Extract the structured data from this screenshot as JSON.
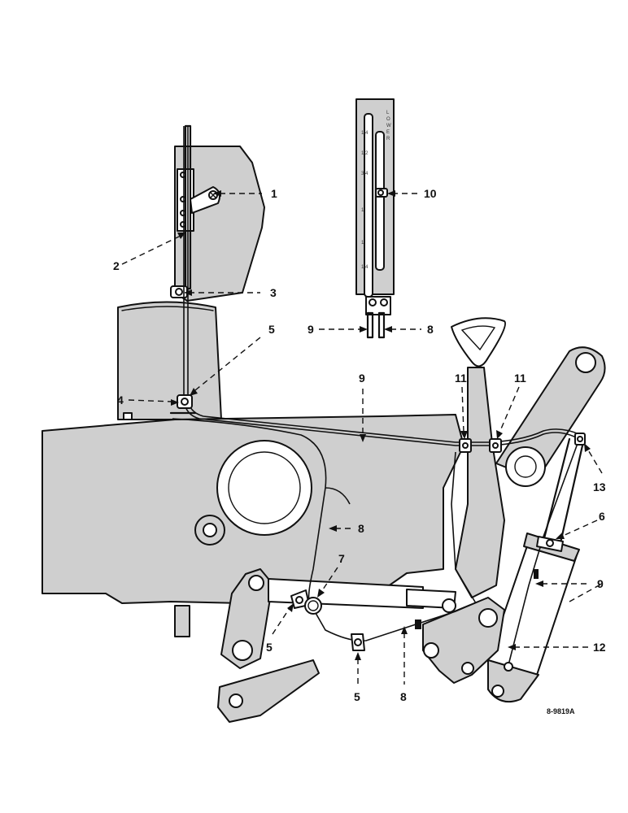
{
  "diagram": {
    "reference_code": "8-9819A",
    "callouts": {
      "c1": "1",
      "c2": "2",
      "c3": "3",
      "c4": "4",
      "c5_top": "5",
      "c5_left": "5",
      "c5_bottom": "5",
      "c6": "6",
      "c7": "7",
      "c8_quadrant": "8",
      "c8_middle": "8",
      "c8_bottom": "8",
      "c9_quadrant": "9",
      "c9_top": "9",
      "c9_right": "9",
      "c10": "10",
      "c11_left": "11",
      "c11_right": "11",
      "c12": "12",
      "c13": "13"
    }
  }
}
